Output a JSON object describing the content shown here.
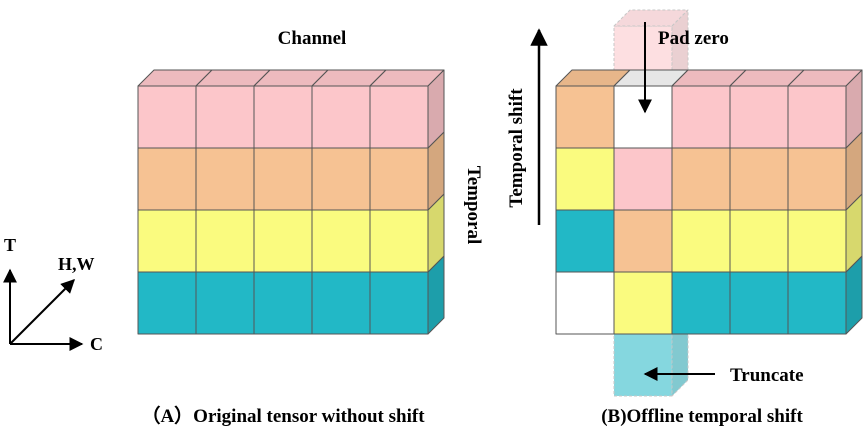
{
  "colors": {
    "pink": "#fcc6ca",
    "orange": "#f6c293",
    "yellow": "#fafb7f",
    "teal": "#22b8c6",
    "white": "#ffffff"
  },
  "labels": {
    "channel": "Channel",
    "temporal": "Temporal",
    "temporal_shift": "Temporal shift",
    "pad_zero": "Pad zero",
    "truncate": "Truncate",
    "axis_t": "T",
    "axis_hw": "H,W",
    "axis_c": "C",
    "caption_a": "（A）Original tensor without shift",
    "caption_b": "(B)Offline temporal shift"
  },
  "panel_a": {
    "rows": [
      [
        "pink",
        "pink",
        "pink",
        "pink",
        "pink"
      ],
      [
        "orange",
        "orange",
        "orange",
        "orange",
        "orange"
      ],
      [
        "yellow",
        "yellow",
        "yellow",
        "yellow",
        "yellow"
      ],
      [
        "teal",
        "teal",
        "teal",
        "teal",
        "teal"
      ]
    ]
  },
  "panel_b": {
    "rows": [
      [
        "orange",
        "white",
        "pink",
        "pink",
        "pink"
      ],
      [
        "yellow",
        "pink",
        "orange",
        "orange",
        "orange"
      ],
      [
        "teal",
        "orange",
        "yellow",
        "yellow",
        "yellow"
      ],
      [
        "white",
        "yellow",
        "teal",
        "teal",
        "teal"
      ]
    ],
    "ghost_top": {
      "col": 1,
      "color": "pink"
    },
    "ghost_bottom": {
      "col": 1,
      "color": "teal"
    }
  }
}
